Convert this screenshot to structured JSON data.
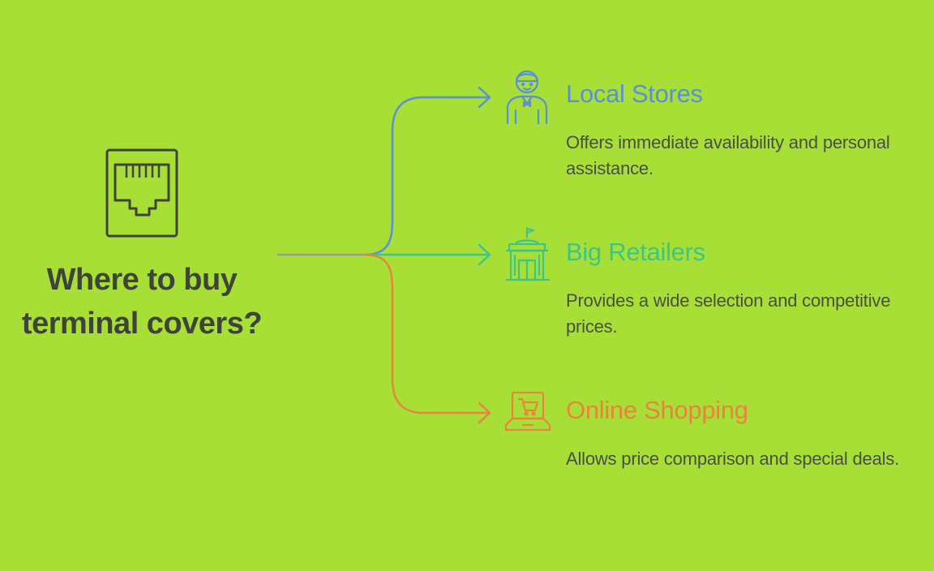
{
  "root": {
    "title": "Where to buy terminal covers?",
    "icon": "ethernet-port-icon"
  },
  "colors": {
    "background": "#a8df36",
    "root_text": "#3f4437",
    "trunk": "#9a9d93",
    "desc_text": "#4a4f42"
  },
  "branches": [
    {
      "label": "Local Stores",
      "description": "Offers immediate availability and personal assistance.",
      "color": "#5a8fdb",
      "icon": "shopkeeper-icon"
    },
    {
      "label": "Big Retailers",
      "description": "Provides a wide selection and competitive prices.",
      "color": "#3cc58a",
      "icon": "store-building-icon"
    },
    {
      "label": "Online Shopping",
      "description": "Allows price comparison and special deals.",
      "color": "#e9843a",
      "icon": "laptop-cart-icon"
    }
  ]
}
